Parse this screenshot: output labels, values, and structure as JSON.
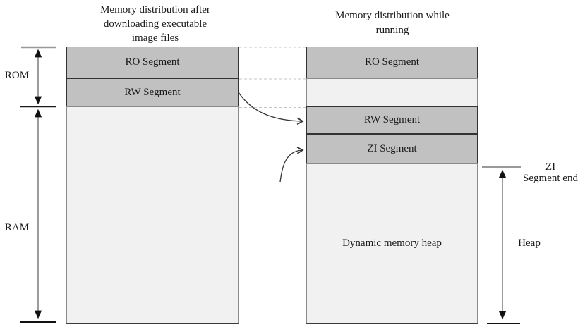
{
  "titles": {
    "left": [
      "Memory distribution after",
      "downloading executable",
      "image files"
    ],
    "right": [
      "Memory distribution while",
      "running"
    ]
  },
  "left_column": {
    "segments": [
      {
        "label": "RO Segment"
      },
      {
        "label": "RW Segment"
      },
      {
        "label": ""
      }
    ]
  },
  "right_column": {
    "segments": [
      {
        "label": "RO Segment"
      },
      {
        "label": ""
      },
      {
        "label": "RW Segment"
      },
      {
        "label": "ZI Segment"
      },
      {
        "label": "Dynamic memory heap"
      }
    ]
  },
  "annotations": {
    "rom": "ROM",
    "ram": "RAM",
    "zi_end_line1": "ZI",
    "zi_end_line2": "Segment end",
    "heap": "Heap"
  },
  "colors": {
    "segment_fill": "#c1c1c1",
    "free_fill": "#f1f1f1",
    "segment_border": "#333333",
    "free_border": "#8a8a8a",
    "measure_line": "#666666",
    "arrowhead": "#111111",
    "dashed_line": "#c4c4c4",
    "tick_gray": "#999999",
    "tick_black": "#1a1a1a"
  }
}
